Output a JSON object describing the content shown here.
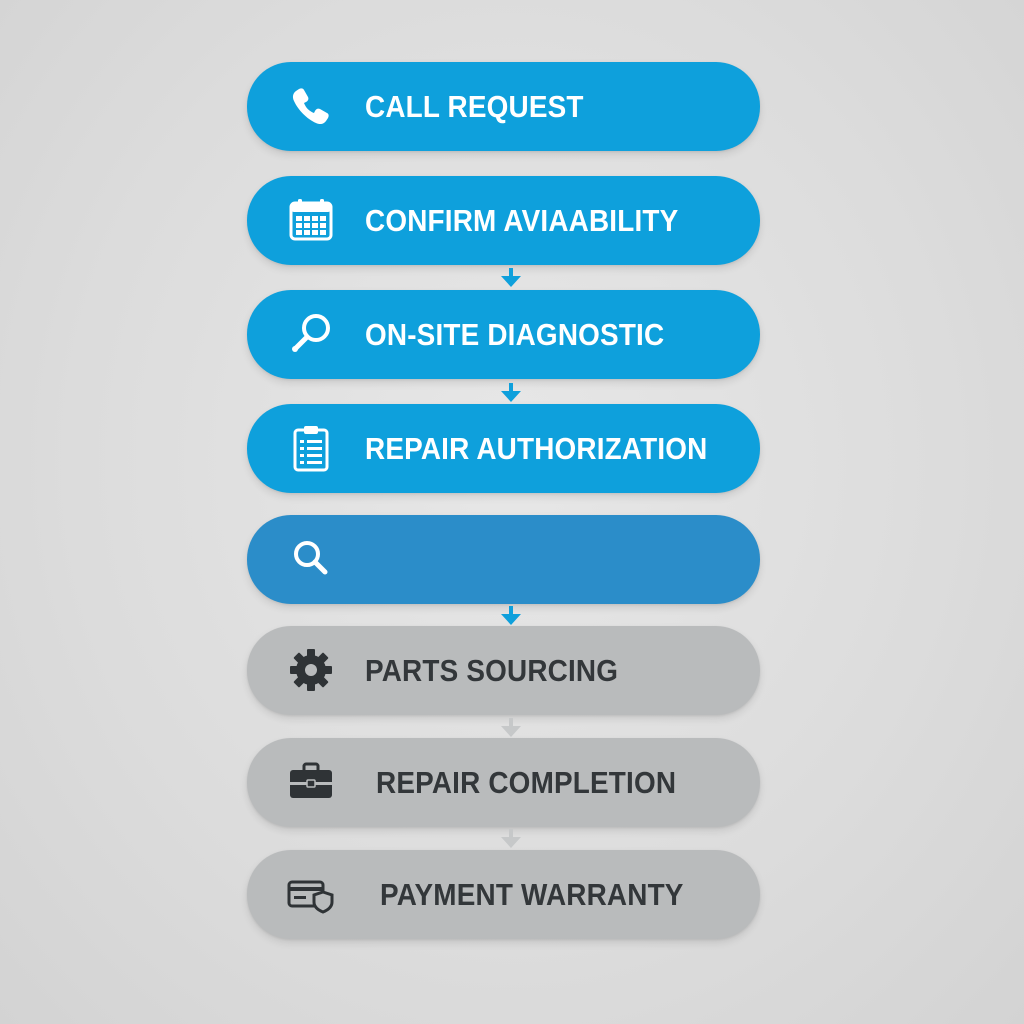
{
  "steps": [
    {
      "label": "CALL REQUEST",
      "icon": "phone-icon",
      "state": "active"
    },
    {
      "label": "CONFIRM AVIAABILITY",
      "icon": "calendar-icon",
      "state": "active"
    },
    {
      "label": "ON-SITE DIAGNOSTIC",
      "icon": "magnifier-icon",
      "state": "active"
    },
    {
      "label": "REPAIR AUTHORIZATION",
      "icon": "clipboard-icon",
      "state": "active"
    },
    {
      "label": "",
      "icon": "search-icon",
      "state": "current"
    },
    {
      "label": "PARTS SOURCING",
      "icon": "gear-icon",
      "state": "pending"
    },
    {
      "label": "REPAIR COMPLETION",
      "icon": "toolbox-icon",
      "state": "pending"
    },
    {
      "label": "PAYMENT WARRANTY",
      "icon": "card-shield-icon",
      "state": "pending"
    }
  ],
  "colors": {
    "active": "#0ea0dc",
    "current": "#2b8dc9",
    "pending": "#b9bbbc",
    "active_text": "#ffffff",
    "pending_text": "#33373a",
    "background": "#dcdcdc"
  }
}
